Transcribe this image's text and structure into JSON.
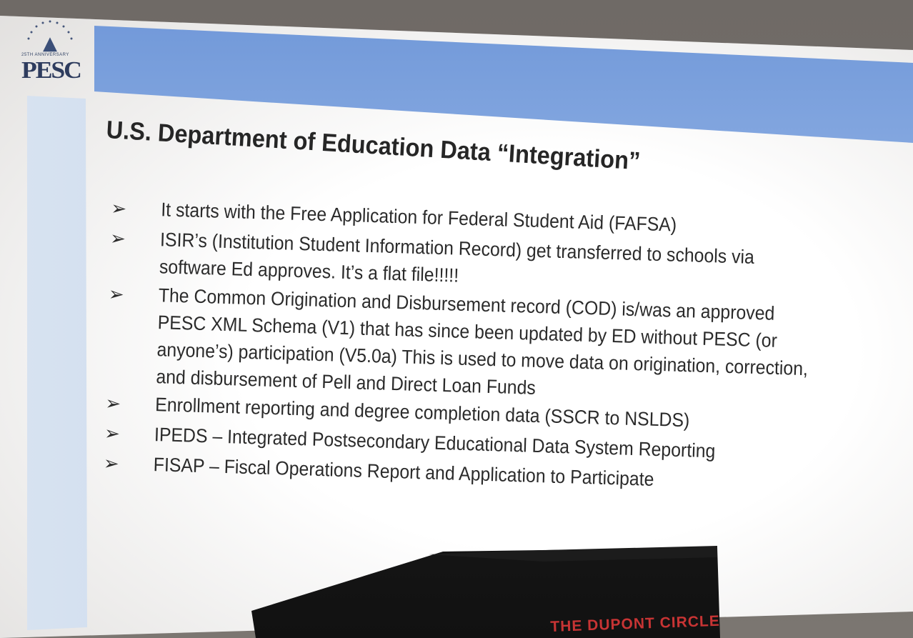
{
  "logo": {
    "name": "PESC",
    "anniversary": "25TH ANNIVERSARY"
  },
  "slide": {
    "title": "U.S. Department of Education Data “Integration”",
    "bullets": [
      "It starts with the Free Application for Federal Student Aid (FAFSA)",
      "ISIR’s (Institution Student Information Record) get transferred to schools via software Ed approves. It’s a flat file!!!!!",
      "The Common Origination and Disbursement record (COD) is/was an approved PESC XML Schema (V1) that has since been updated by ED without PESC (or anyone’s) participation (V5.0a) This is used to move data on origination, correction, and disbursement of Pell and Direct Loan Funds",
      "Enrollment reporting and degree completion data (SSCR to NSLDS)",
      "IPEDS – Integrated Postsecondary Educational Data System Reporting",
      "FISAP – Fiscal Operations Report and Application to Participate"
    ],
    "bullet_icon": "arrow-bullet-icon"
  },
  "podium": {
    "sign": "THE DUPONT CIRCLE"
  },
  "colors": {
    "header_band": "#6f97d8",
    "side_band": "#bed0e8",
    "text": "#2b2b2b",
    "podium_sign": "#c73434"
  }
}
